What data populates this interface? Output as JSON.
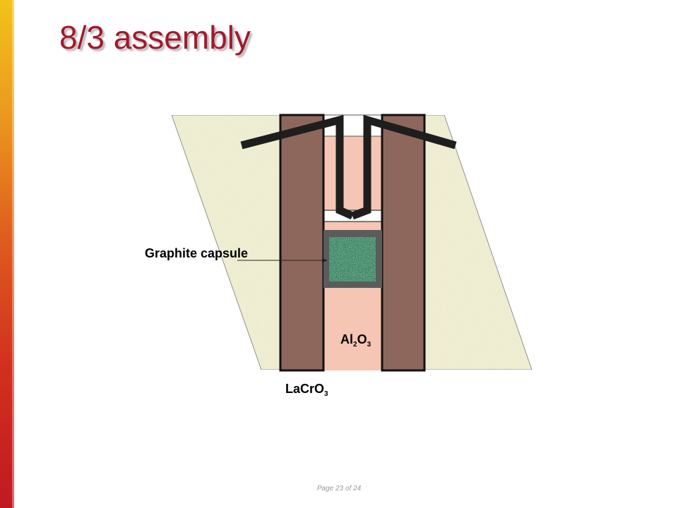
{
  "slide": {
    "title": "8/3 assembly",
    "footer": "Page 23 of 24"
  },
  "diagram": {
    "labels": {
      "graphite_capsule": "Graphite capsule",
      "alumina": {
        "main": "Al",
        "sub1": "2",
        "mid": "O",
        "sub2": "3"
      },
      "lanthanum_chromite": {
        "main": "LaCrO",
        "sub": "3"
      }
    }
  },
  "colors": {
    "accent": "#a3192b",
    "sleeve": "#8e675c",
    "pressure_medium": "#f0eed2",
    "alumina": "#f5c6b4",
    "capsule": "#5b5b5b",
    "sample": "#3d8a68",
    "thermocouple": "#1e1e1e"
  }
}
